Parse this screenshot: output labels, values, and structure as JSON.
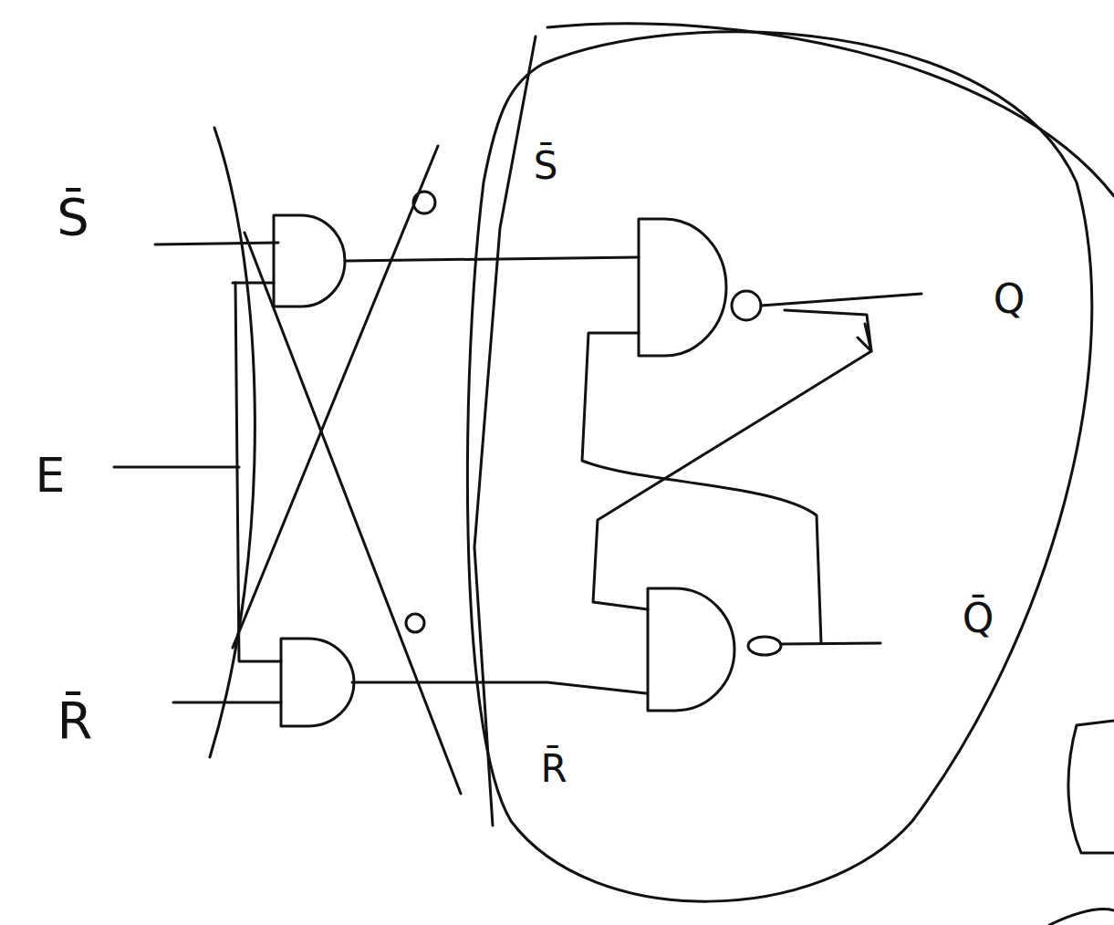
{
  "diagram": {
    "labels": [
      "S̄",
      "E",
      "R̄",
      "S̄",
      "R̄",
      "Q",
      "Q̄"
    ]
  }
}
